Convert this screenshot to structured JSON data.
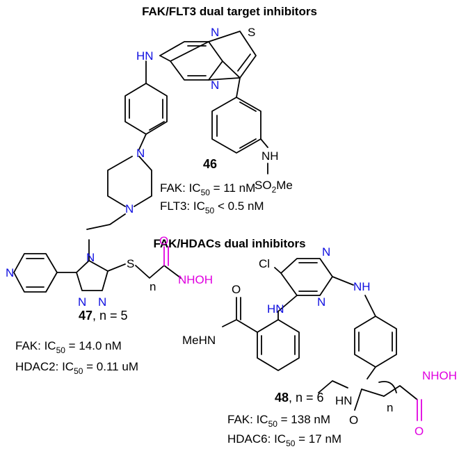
{
  "sections": {
    "fak_flt3": "FAK/FLT3 dual target inhibitors",
    "fak_hdacs": "FAK/HDACs dual inhibitors"
  },
  "compound46": {
    "id": "46",
    "activity_fak": "FAK: IC",
    "activity_fak_sub": "50",
    "activity_fak_val": " = 11 nM",
    "activity_flt3": "FLT3: IC",
    "activity_flt3_sub": "50",
    "activity_flt3_val": " < 0.5 nM"
  },
  "compound47": {
    "id": "47",
    "n_label": ", n = 5",
    "activity_fak": "FAK: IC",
    "activity_fak_sub": "50",
    "activity_fak_val": " = 14.0 nM",
    "activity_hdac": "HDAC2: IC",
    "activity_hdac_sub": "50",
    "activity_hdac_val": " = 0.11 uM"
  },
  "compound48": {
    "id": "48",
    "n_label": ", n = 6",
    "activity_fak": "FAK: IC",
    "activity_fak_sub": "50",
    "activity_fak_val": " = 138 nM",
    "activity_hdac": "HDAC6: IC",
    "activity_hdac_sub": "50",
    "activity_hdac_val": " = 17 nM"
  },
  "atoms": {
    "N": "N",
    "S": "S",
    "O": "O",
    "Cl": "Cl",
    "NH": "NH",
    "HN": "HN",
    "NHOH": "NHOH",
    "MeHN": "MeHN",
    "SO2Me_a": "SO",
    "SO2Me_sub": "2",
    "SO2Me_b": "Me",
    "n": "n"
  },
  "colors": {
    "nitrogen": "#1010e0",
    "hydroxamate": "#e000e0",
    "bond": "#000000"
  }
}
